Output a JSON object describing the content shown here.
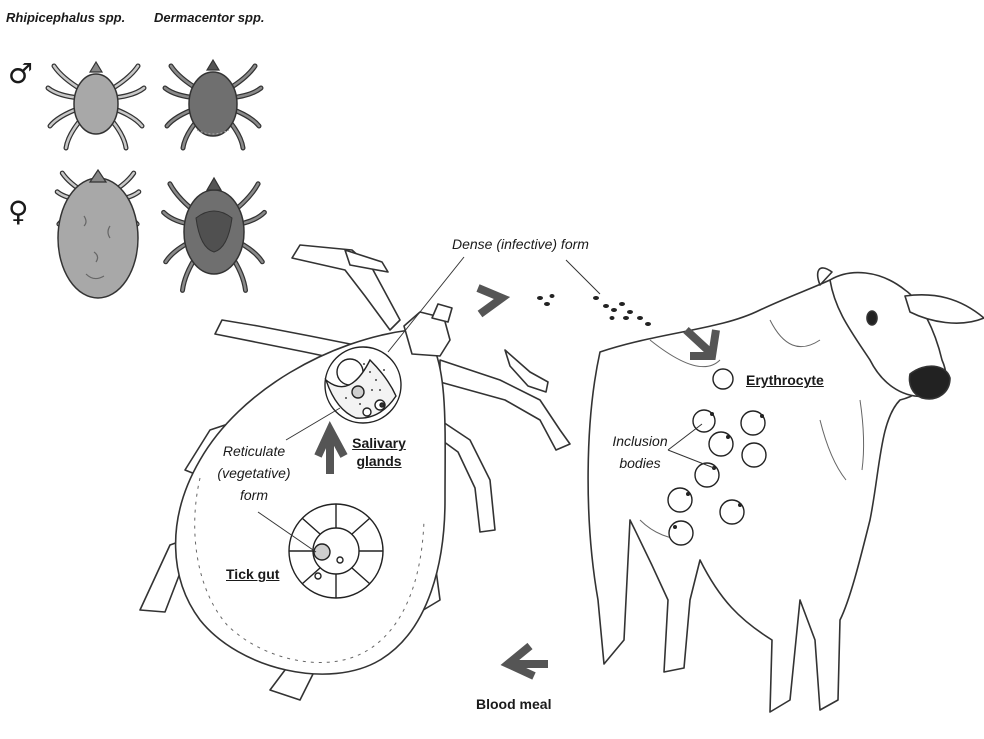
{
  "header": {
    "genus_1": "Rhipicephalus spp.",
    "genus_2": "Dermacentor spp."
  },
  "sex_symbols": {
    "male": "♂",
    "female": "♀"
  },
  "labels": {
    "dense_form": "Dense (infective) form",
    "salivary_glands_1": "Salivary",
    "salivary_glands_2": "glands",
    "reticulate_1": "Reticulate",
    "reticulate_2": "(vegetative)",
    "reticulate_3": "form",
    "tick_gut": "Tick gut",
    "erythrocyte": "Erythrocyte",
    "inclusion_1": "Inclusion",
    "inclusion_2": "bodies",
    "blood_meal": "Blood meal"
  },
  "colors": {
    "rhipicephalus_fill": "#a8a8a8",
    "dermacentor_fill": "#6f6f6f",
    "arrow": "#555555",
    "outline": "#222222"
  },
  "icons": [
    "male-symbol",
    "female-symbol",
    "arrow-icon"
  ]
}
